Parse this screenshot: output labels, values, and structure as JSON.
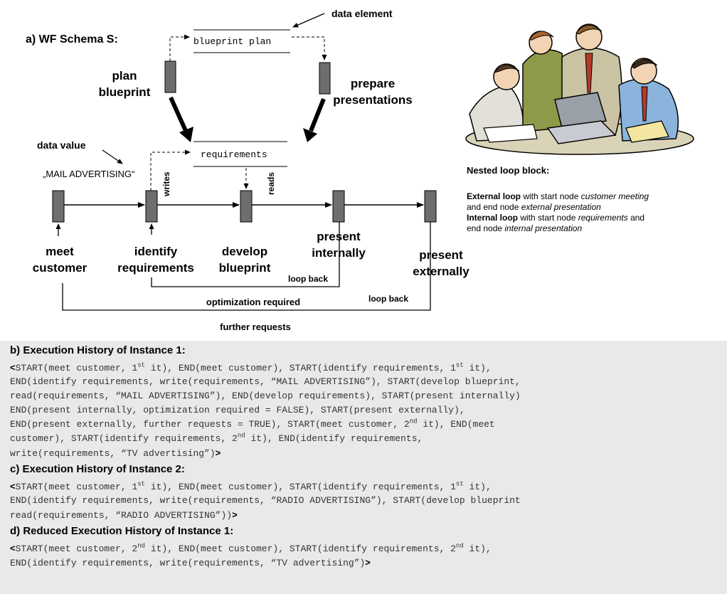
{
  "diagram": {
    "title": "a) WF Schema S:",
    "data_element_label": "data element",
    "data_value_label": "data value",
    "data_value": "„MAIL ADVERTISING“",
    "blueprint_plan": "blueprint plan",
    "requirements": "requirements",
    "plan_blueprint": [
      "plan",
      "blueprint"
    ],
    "prepare_presentations": [
      "prepare",
      "presentations"
    ],
    "writes": "writes",
    "reads": "reads",
    "meet_customer": [
      "meet",
      "customer"
    ],
    "identify_requirements": [
      "identify",
      "requirements"
    ],
    "develop_blueprint": [
      "develop",
      "blueprint"
    ],
    "present_internally": [
      "present",
      "internally"
    ],
    "present_externally": [
      "present",
      "externally"
    ],
    "loop_back_inner": "loop back",
    "optimization_required": "optimization required",
    "loop_back_outer": "loop back",
    "further_requests": "further requests"
  },
  "nested_loop": {
    "title": "Nested loop block:",
    "external_label": "External loop",
    "external_text_1": " with start node ",
    "external_start": "customer meeting",
    "external_text_2": "and end node ",
    "external_end": "external presentation",
    "internal_label": "Internal loop",
    "internal_text_1": " with start node ",
    "internal_start": "requirements",
    "internal_text_2": " and",
    "internal_text_3": "end node ",
    "internal_end": "internal presentation"
  },
  "history": {
    "b_title": "b) Execution History of Instance 1:",
    "c_title": "c) Execution History of Instance 2:",
    "d_title": "d) Reduced Execution History of Instance 1:",
    "open": "<",
    "close": ">",
    "b": {
      "l1a": "START(meet customer, 1",
      "l1b": " it), END(meet customer), START(identify requirements, 1",
      "l1c": " it),",
      "l2": "END(identify requirements, write(requirements, “MAIL ADVERTISING”), START(develop blueprint,",
      "l3": "read(requirements, “MAIL ADVERTISING”), END(develop requirements), START(present internally)",
      "l4": "END(present internally, optimization required = FALSE), START(present externally),",
      "l5a": "END(present externally, further requests = TRUE), START(meet customer, 2",
      "l5b": " it), END(meet",
      "l6a": "customer), START(identify requirements, 2",
      "l6b": " it), END(identify requirements,",
      "l7": "write(requirements, “TV advertising”)"
    },
    "c": {
      "l1a": "START(meet customer, 1",
      "l1b": " it), END(meet customer), START(identify requirements, 1",
      "l1c": " it),",
      "l2": "END(identify requirements, write(requirements, “RADIO ADVERTISING”), START(develop blueprint",
      "l3": "read(requirements, “RADIO ADVERTISING”))"
    },
    "d": {
      "l1a": "START(meet customer, 2",
      "l1b": " it), END(meet customer), START(identify requirements, 2",
      "l1c": " it),",
      "l2": "END(identify requirements, write(requirements, “TV advertising”)"
    },
    "sup_st": "st",
    "sup_nd": "nd"
  },
  "colors": {
    "node": "#6e6e6e",
    "panel": "#e9e9e9",
    "line": "#000000"
  }
}
